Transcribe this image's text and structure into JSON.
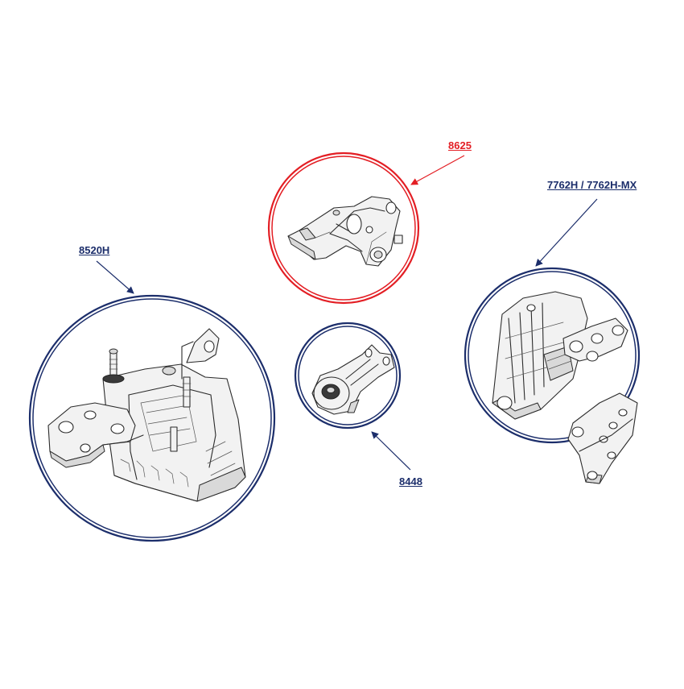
{
  "colors": {
    "highlight": "#e31e24",
    "primary": "#1c2e6b"
  },
  "parts": [
    {
      "id": "p8625",
      "label": "8625",
      "highlighted": true
    },
    {
      "id": "p7762",
      "label": "7762H / 7762H-MX",
      "highlighted": false
    },
    {
      "id": "p8520",
      "label": "8520H",
      "highlighted": false
    },
    {
      "id": "p8448",
      "label": "8448",
      "highlighted": false
    }
  ]
}
